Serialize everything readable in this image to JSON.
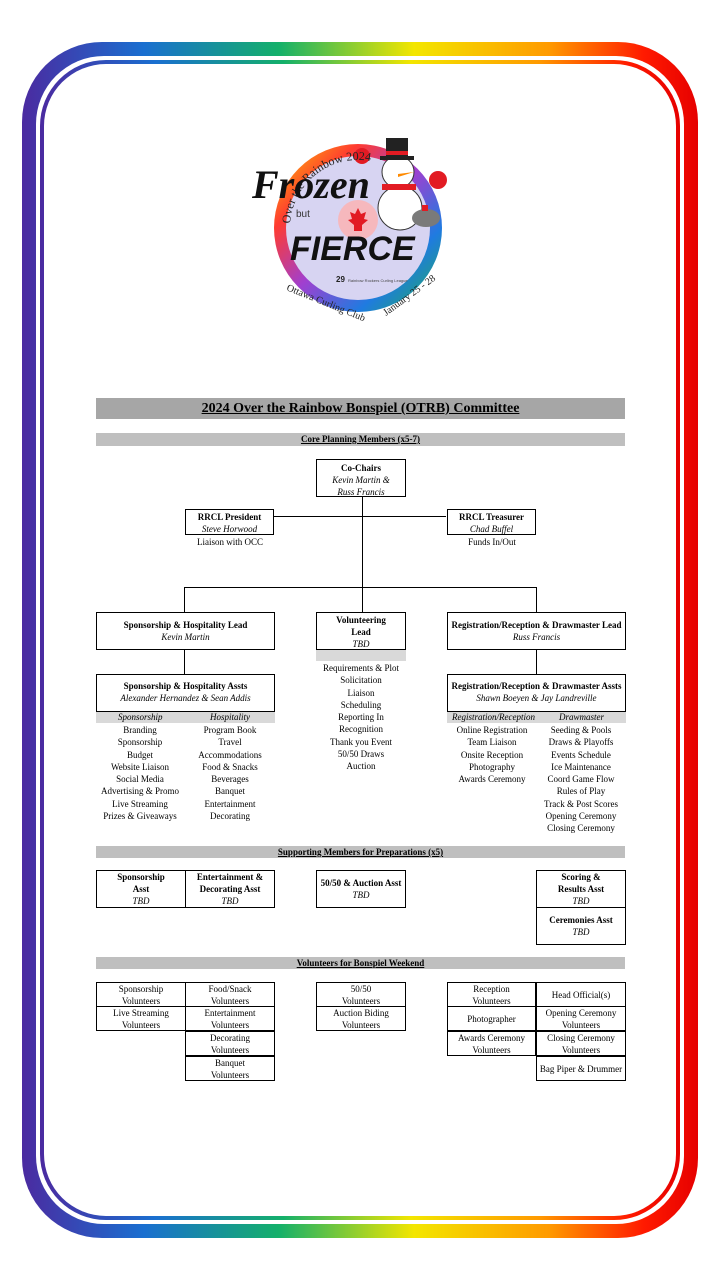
{
  "logo": {
    "arc_top": "Over the Rainbow 2024",
    "word_frozen": "Frozen",
    "word_but": "but",
    "word_fierce": "FIERCE",
    "arc_bottom_left": "Ottawa Curling Club",
    "arc_bottom_right": "January 25 - 28",
    "badge": "29",
    "badge_text": "Rainbow Rockers Curling League"
  },
  "title": "2024 Over the Rainbow Bonspiel (OTRB) Committee",
  "core_bar": "Core Planning Members (x5-7)",
  "cochairs": {
    "title": "Co-Chairs",
    "names": "Kevin Martin &",
    "names2": "Russ Francis"
  },
  "president": {
    "title": "RRCL President",
    "name": "Steve Horwood",
    "note": "Liaison with OCC"
  },
  "treasurer": {
    "title": "RRCL Treasurer",
    "name": "Chad Buffel",
    "note": "Funds In/Out"
  },
  "sponsorship_lead": {
    "title": "Sponsorship & Hospitality Lead",
    "name": "Kevin Martin"
  },
  "volunteering_lead": {
    "title1": "Volunteering",
    "title2": "Lead",
    "name": "TBD",
    "items": [
      "Requirements & Plot",
      "Solicitation",
      "Liaison",
      "Scheduling",
      "Reporting In",
      "Recognition",
      "Thank you Event",
      "50/50 Draws",
      "Auction"
    ]
  },
  "registration_lead": {
    "title": "Registration/Reception & Drawmaster Lead",
    "name": "Russ Francis"
  },
  "sponsorship_assts": {
    "title": "Sponsorship & Hospitality Assts",
    "names": "Alexander Hernandez & Sean Addis",
    "col1_head": "Sponsorship",
    "col2_head": "Hospitality",
    "col1": [
      "Branding",
      "Sponsorship",
      "Budget",
      "Website Liaison",
      "Social Media",
      "Advertising & Promo",
      "Live Streaming",
      "Prizes & Giveaways"
    ],
    "col2": [
      "Program Book",
      "Travel",
      "Accommodations",
      "Food & Snacks",
      "Beverages",
      "Banquet",
      "Entertainment",
      "Decorating"
    ]
  },
  "registration_assts": {
    "title": "Registration/Reception & Drawmaster Assts",
    "names": "Shawn Boeyen & Jay Landreville",
    "col1_head": "Registration/Reception",
    "col2_head": "Drawmaster",
    "col1": [
      "Online Registration",
      "Team Liaison",
      "Onsite Reception",
      "Photography",
      "Awards Ceremony"
    ],
    "col2": [
      "Seeding & Pools",
      "Draws & Playoffs",
      "Events Schedule",
      "Ice Maintenance",
      "Coord Game Flow",
      "Rules of Play",
      "Track & Post Scores",
      "Opening Ceremony",
      "Closing Ceremony"
    ]
  },
  "supporting_bar": "Supporting Members for Preparations (x5)",
  "supporting": {
    "sponsorship_asst": {
      "t1": "Sponsorship",
      "t2": "Asst",
      "name": "TBD"
    },
    "entertainment_asst": {
      "t1": "Entertainment &",
      "t2": "Decorating Asst",
      "name": "TBD"
    },
    "auction_asst": {
      "t1": "50/50 & Auction Asst",
      "name": "TBD"
    },
    "scoring_asst": {
      "t1": "Scoring &",
      "t2": "Results Asst",
      "name": "TBD"
    },
    "ceremonies_asst": {
      "t1": "Ceremonies Asst",
      "name": "TBD"
    }
  },
  "volunteers_bar": "Volunteers for Bonspiel Weekend",
  "volunteers": {
    "sponsorship": [
      "Sponsorship",
      "Volunteers"
    ],
    "live_streaming": [
      "Live Streaming",
      "Volunteers"
    ],
    "food_snack": [
      "Food/Snack",
      "Volunteers"
    ],
    "entertainment": [
      "Entertainment",
      "Volunteers"
    ],
    "decorating": [
      "Decorating",
      "Volunteers"
    ],
    "banquet": [
      "Banquet",
      "Volunteers"
    ],
    "fifty_fifty": [
      "50/50",
      "Volunteers"
    ],
    "auction": [
      "Auction Biding",
      "Volunteers"
    ],
    "reception": [
      "Reception",
      "Volunteers"
    ],
    "photographer": [
      "Photographer"
    ],
    "awards": [
      "Awards Ceremony",
      "Volunteers"
    ],
    "head_officials": [
      "Head Official(s)"
    ],
    "opening": [
      "Opening Ceremony",
      "Volunteers"
    ],
    "closing": [
      "Closing Ceremony",
      "Volunteers"
    ],
    "bagpiper": [
      "Bag Piper & Drummer"
    ]
  }
}
